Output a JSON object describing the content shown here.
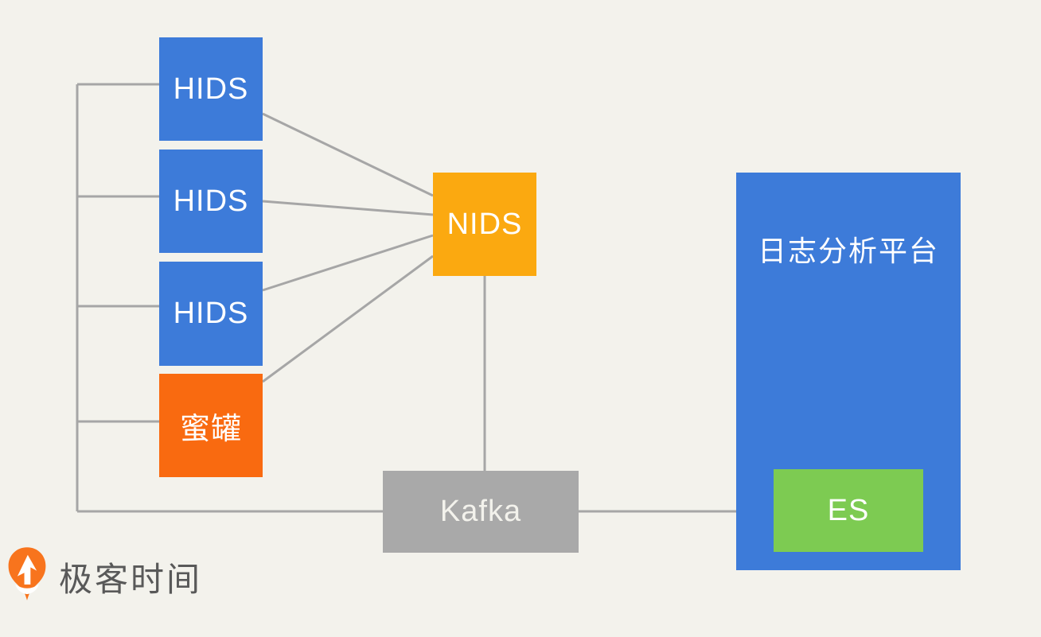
{
  "diagram": {
    "background_color": "#F3F2EC",
    "connector_color": "#A6A6A6",
    "nodes": {
      "hids_1": {
        "label": "HIDS",
        "fill": "#3D7BD9",
        "text_color": "#FFFFFF"
      },
      "hids_2": {
        "label": "HIDS",
        "fill": "#3D7BD9",
        "text_color": "#FFFFFF"
      },
      "hids_3": {
        "label": "HIDS",
        "fill": "#3D7BD9",
        "text_color": "#FFFFFF"
      },
      "honeypot": {
        "label": "蜜罐",
        "fill": "#F96A10",
        "text_color": "#FFFFFF"
      },
      "nids": {
        "label": "NIDS",
        "fill": "#FBA910",
        "text_color": "#FFFFFF"
      },
      "kafka": {
        "label": "Kafka",
        "fill": "#A9A9A9",
        "text_color": "#F3F2EC"
      },
      "log_platform": {
        "label": "日志分析平台",
        "fill": "#3D7BD9",
        "text_color": "#FFFFFF"
      },
      "es": {
        "label": "ES",
        "fill": "#7DCB52",
        "text_color": "#FFFFFF"
      }
    }
  },
  "branding": {
    "logo_icon": "geektime-pin-icon",
    "logo_icon_color": "#F8741D",
    "logo_text": "极客时间",
    "logo_text_color": "#595959"
  }
}
